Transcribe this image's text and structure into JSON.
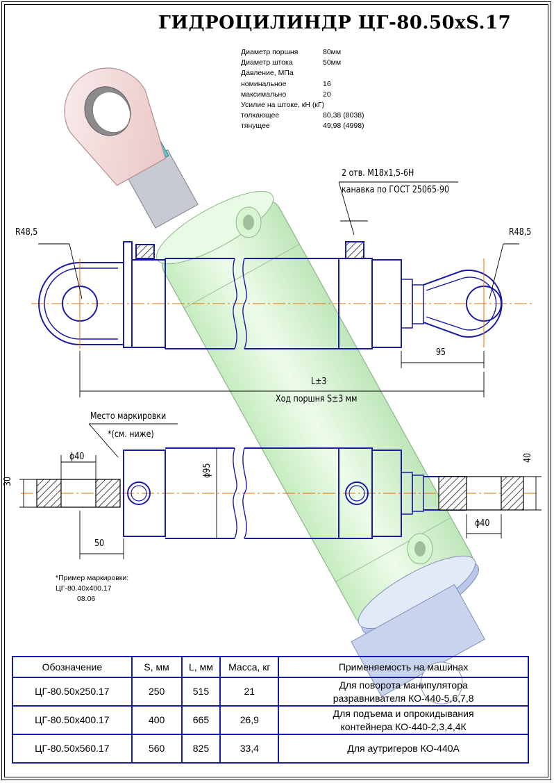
{
  "title": "ГИДРОЦИЛИНДР ЦГ-80.50хS.17",
  "specs": [
    {
      "label": "Диаметр поршня",
      "value": "80мм"
    },
    {
      "label": "Диаметр штока",
      "value": "50мм"
    },
    {
      "label": "Давление, МПа",
      "value": ""
    },
    {
      "label": "номинальное",
      "value": "16"
    },
    {
      "label": "максимально",
      "value": "20"
    },
    {
      "label": "Усилие на штоке, кН (кГ)",
      "value": ""
    },
    {
      "label": "толкающее",
      "value": "80,38 (8038)"
    },
    {
      "label": "тянущее",
      "value": "49,98 (4998)"
    }
  ],
  "dimensions": {
    "radius_left": "R48,5",
    "radius_right": "R48,5",
    "port": "2 отв. М18х1,5-6Н",
    "groove": "канавка по ГОСТ 25065-90",
    "eye_offset": "95",
    "length": "L±3",
    "stroke": "Ход поршня S±3 мм",
    "marking_place": "Место маркировки",
    "marking_see": "*(см. ниже)",
    "left_eye_dia": "ϕ40",
    "left_eye_width": "30",
    "left_eye_offset": "50",
    "body_dia": "ϕ95",
    "right_eye_width": "40",
    "right_eye_dia": "ϕ40"
  },
  "marking_example": {
    "title": "*Пример маркировки:",
    "line1": "ЦГ-80.40х400.17",
    "line2": "08.06"
  },
  "table": {
    "headers": [
      "Обозначение",
      "S, мм",
      "L, мм",
      "Масса, кг",
      "Применяемость на машинах"
    ],
    "rows": [
      {
        "designation": "ЦГ-80.50х250.17",
        "s": "250",
        "l": "515",
        "mass": "21",
        "usage1": "Для поворота манипулятора",
        "usage2": "разравнивателя КО-440-5,6,7,8"
      },
      {
        "designation": "ЦГ-80.50х400.17",
        "s": "400",
        "l": "665",
        "mass": "26,9",
        "usage1": "Для подъема и опрокидывания",
        "usage2": "контейнера КО-440-2,3,4,4К"
      },
      {
        "designation": "ЦГ-80.50х560.17",
        "s": "560",
        "l": "825",
        "mass": "33,4",
        "usage1": "Для аутригеров КО-440А",
        "usage2": ""
      }
    ]
  },
  "colors": {
    "outline": "#1a1aa8",
    "axis": "#e07000",
    "body_3d": "#d8f5d2",
    "eye_3d": "#f3d7d7",
    "nut_3d": "#5ec6cf"
  }
}
